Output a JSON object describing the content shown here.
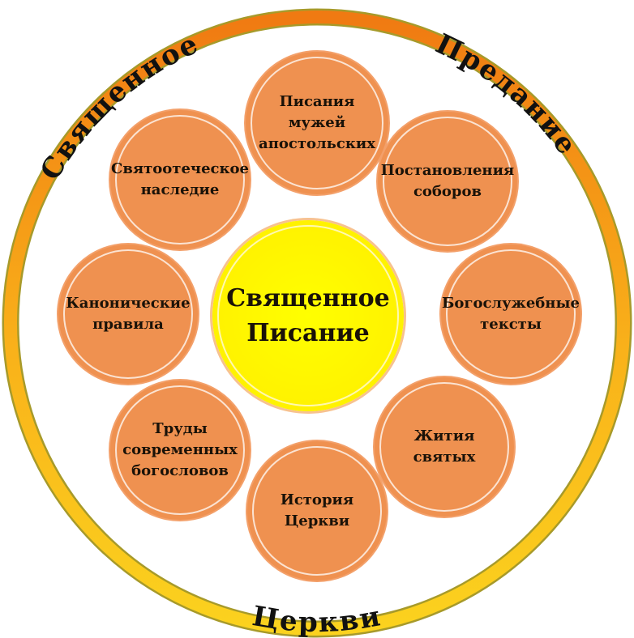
{
  "ring": {
    "top_left": "Священное",
    "top_right": "Предание",
    "bottom": "Церкви"
  },
  "center": "Священное\nПисание",
  "nodes": [
    "Писания\nмужей\nапостольских",
    "Святоотеческое\nнаследие",
    "Постановления\nсоборов",
    "Канонические\nправила",
    "Богослужебные\nтексты",
    "Труды\nсовременных\nбогословов",
    "Жития\nсвятых",
    "История\nЦеркви"
  ],
  "colors": {
    "ring_outer": "#f08a1e",
    "ring_inner": "#f7c414",
    "node": "#ef9150",
    "center": "#ffff00"
  }
}
